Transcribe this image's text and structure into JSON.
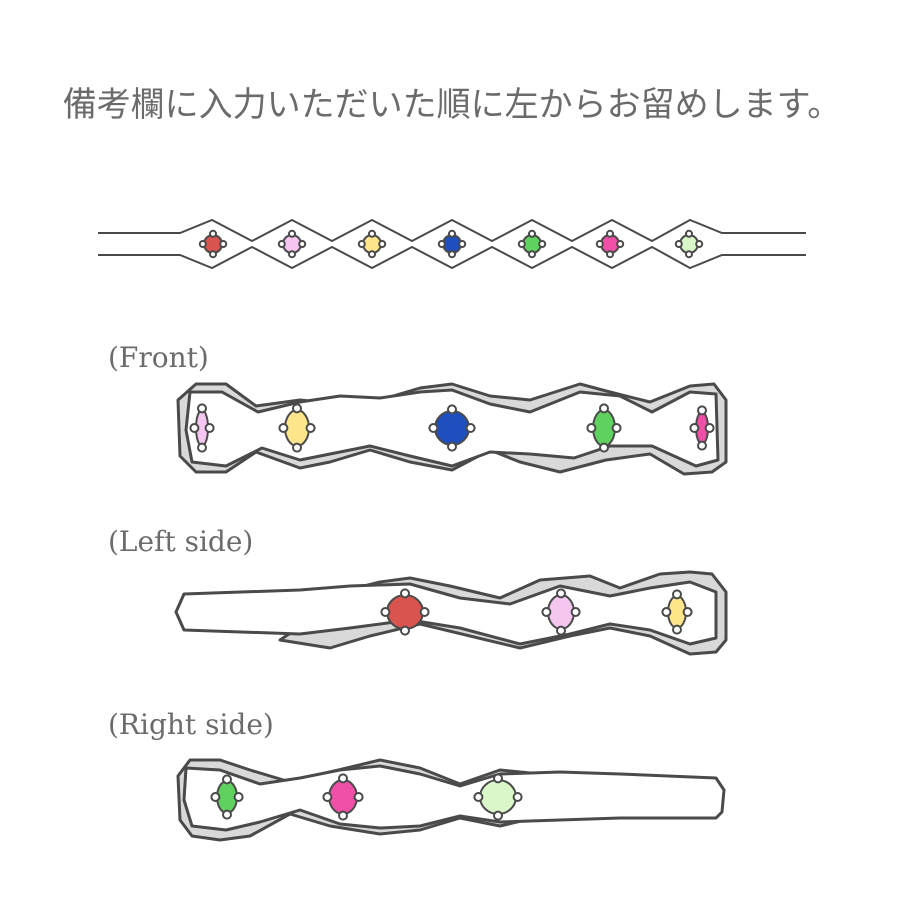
{
  "headline": "備考欄に入力いただいた順に左からお留めします。",
  "colors": {
    "outline": "#4a4a4a",
    "band": "#ffffff",
    "band_shadow": "#d9d9d9",
    "prong": "#ffffff",
    "text": "#6b6b6b"
  },
  "stones": [
    {
      "name": "red",
      "color": "#d9534f"
    },
    {
      "name": "light-pink",
      "color": "#f4c6f0"
    },
    {
      "name": "light-yellow",
      "color": "#fde68a"
    },
    {
      "name": "blue",
      "color": "#1f4fbf"
    },
    {
      "name": "green",
      "color": "#5fd15f"
    },
    {
      "name": "pink",
      "color": "#f04fa8"
    },
    {
      "name": "pale-green",
      "color": "#d9f7c9"
    }
  ],
  "views": {
    "top": {
      "label": "",
      "stone_order": [
        0,
        1,
        2,
        3,
        4,
        5,
        6
      ]
    },
    "front": {
      "label": "(Front)",
      "stone_order": [
        1,
        2,
        3,
        4,
        5
      ]
    },
    "left": {
      "label": "(Left side)",
      "stone_order": [
        0,
        1,
        2
      ]
    },
    "right": {
      "label": "(Right side)",
      "stone_order": [
        4,
        5,
        6
      ]
    }
  }
}
